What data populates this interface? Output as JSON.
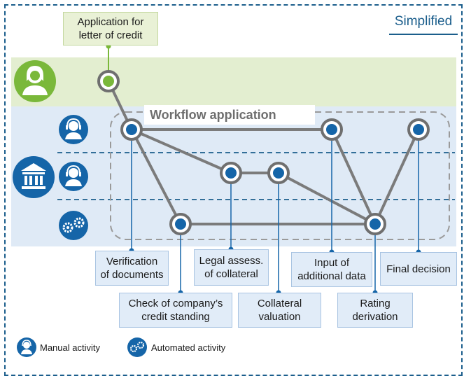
{
  "badge": "Simplified",
  "workflow_title": "Workflow application",
  "application_box": "Application for\nletter of credit",
  "steps": [
    {
      "label": "Verification\nof documents"
    },
    {
      "label": "Check of company’s\ncredit standing"
    },
    {
      "label": "Legal assess.\nof collateral"
    },
    {
      "label": "Collateral\nvaluation"
    },
    {
      "label": "Input of\nadditional data"
    },
    {
      "label": "Rating\nderivation"
    },
    {
      "label": "Final decision"
    }
  ],
  "legend": {
    "manual": "Manual activity",
    "automated": "Automated activity"
  },
  "colors": {
    "frame": "#1b5e8c",
    "node_blue": "#1565a8",
    "node_green": "#7ab83a",
    "connector": "#7b7b7b",
    "customer_band": "#e3eed0",
    "bank_band": "#dfeaf6"
  },
  "icons": [
    "customer-icon",
    "bank-icon",
    "agent-headset-icon",
    "gears-icon"
  ]
}
